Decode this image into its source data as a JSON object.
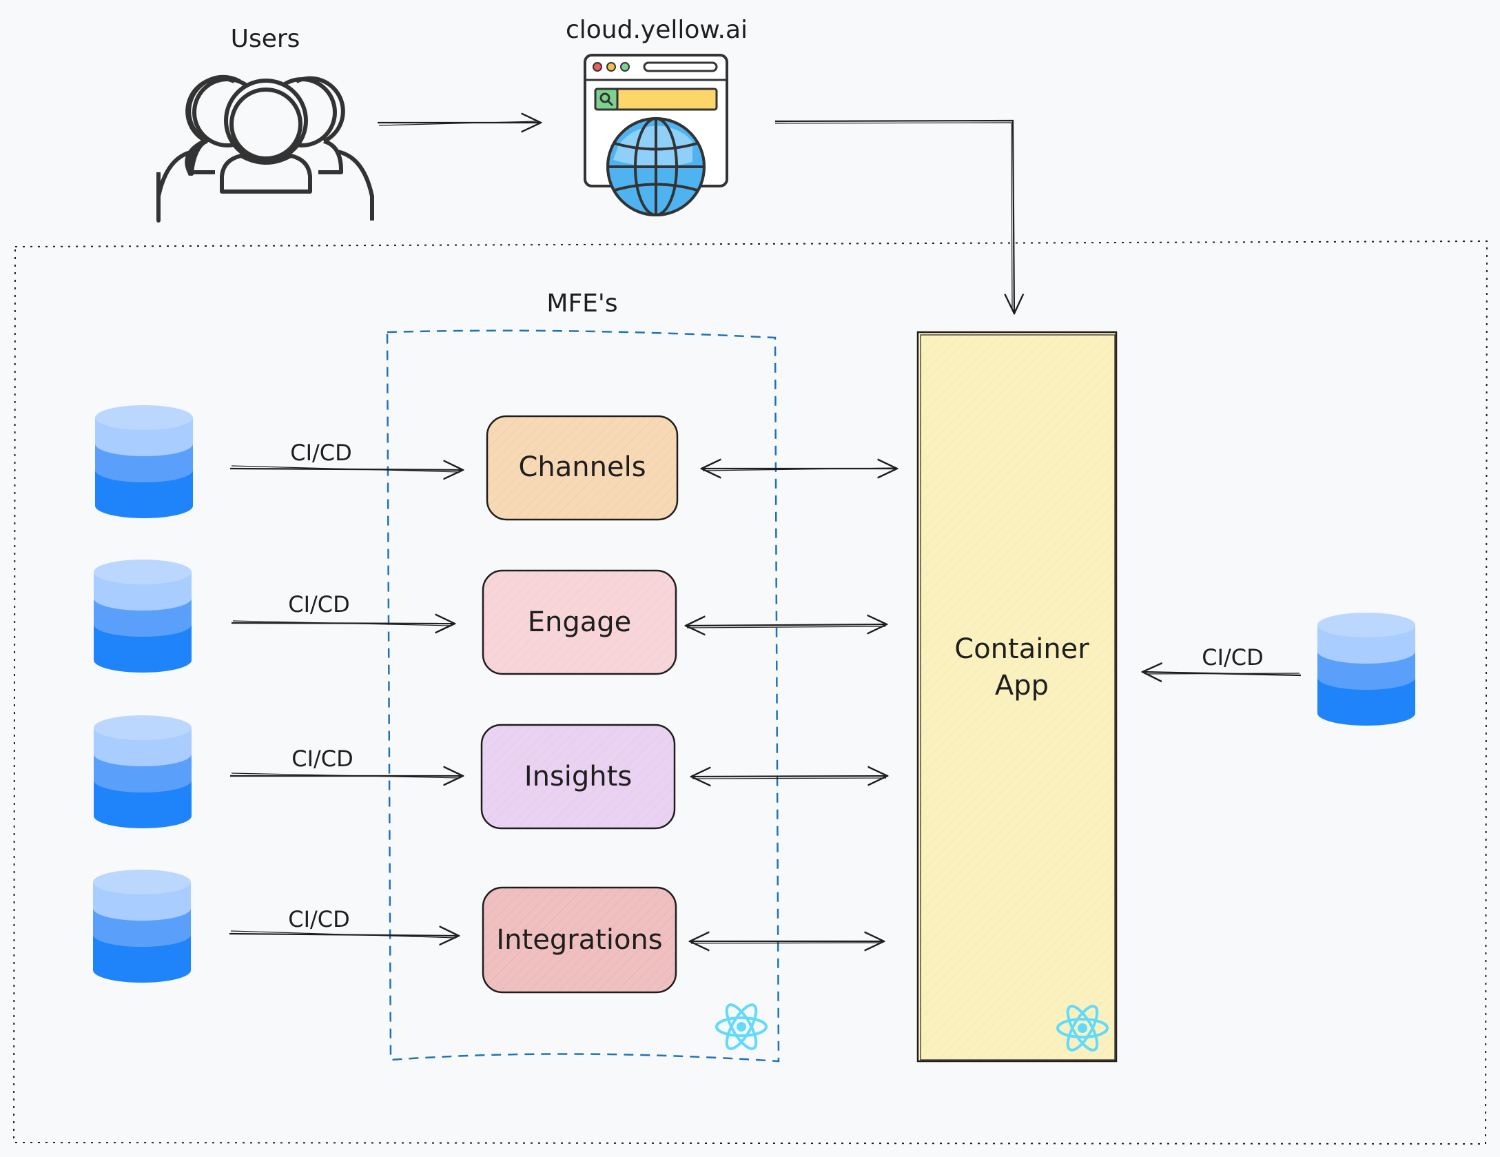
{
  "users": {
    "label": "Users"
  },
  "browser": {
    "label": "cloud.yellow.ai"
  },
  "mfe_group": {
    "label": "MFE's"
  },
  "mfes": [
    {
      "label": "Channels",
      "fill": "#f7d9b5",
      "stroke": "#e8b07a"
    },
    {
      "label": "Engage",
      "fill": "#f8d5d8",
      "stroke": "#e8a0a8"
    },
    {
      "label": "Insights",
      "fill": "#ead3f2",
      "stroke": "#cfa0e0"
    },
    {
      "label": "Integrations",
      "fill": "#f0c0c0",
      "stroke": "#d96a6a"
    }
  ],
  "cicd_label": "CI/CD",
  "container": {
    "line1": "Container",
    "line2": "App",
    "fill": "#fbf1bf",
    "stroke": "#f0d860"
  },
  "icons": {
    "users": "users-icon",
    "browser": "browser-globe-icon",
    "database": "database-icon",
    "react": "react-icon"
  },
  "colors": {
    "db_top": "#bcd7fe",
    "db_mid": "#5aa0fb",
    "db_bottom": "#1f84fa",
    "react": "#61dafb",
    "mfe_border": "#1e73b8",
    "outer_border": "#1e1e1e"
  }
}
